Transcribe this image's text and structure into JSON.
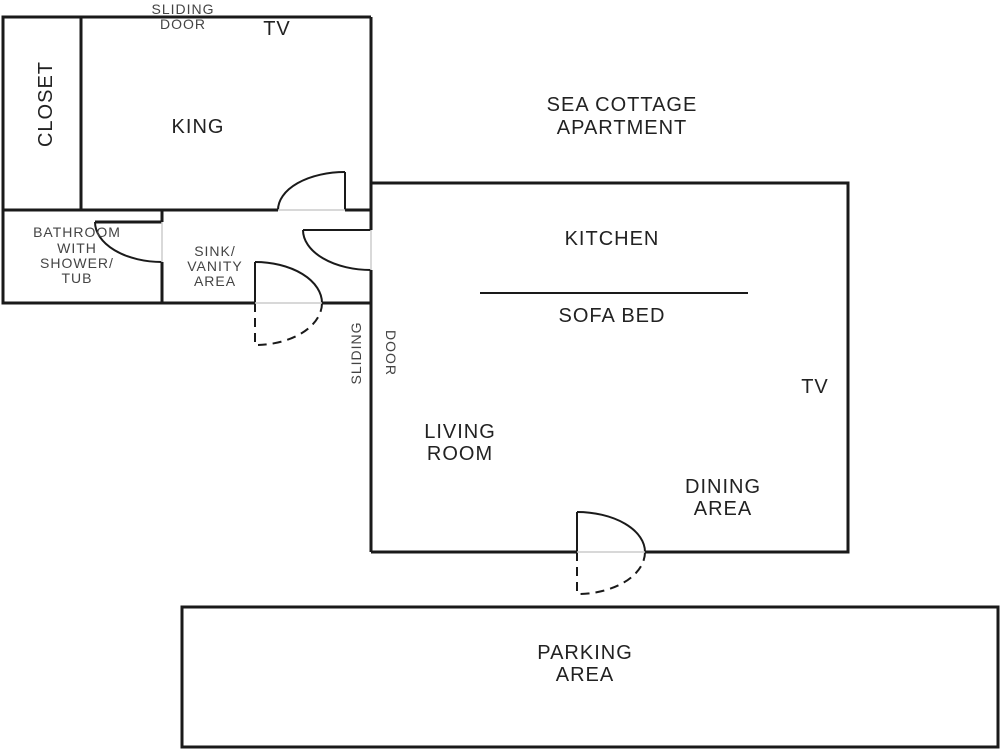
{
  "title": [
    "SEA COTTAGE",
    "APARTMENT"
  ],
  "rooms": {
    "closet": "CLOSET",
    "king": "KING",
    "bathroom": [
      "BATHROOM",
      "WITH",
      "SHOWER/",
      "TUB"
    ],
    "sink": [
      "SINK/",
      "VANITY",
      "AREA"
    ],
    "kitchen": "KITCHEN",
    "sofa_bed": "SOFA BED",
    "living_room": [
      "LIVING",
      "ROOM"
    ],
    "dining_area": [
      "DINING",
      "AREA"
    ],
    "parking": [
      "PARKING",
      "AREA"
    ]
  },
  "labels": {
    "sliding_door_top": [
      "SLIDING",
      "DOOR"
    ],
    "sliding_door_side": [
      "SLIDING",
      "DOOR"
    ],
    "tv_bedroom": "TV",
    "tv_living": "TV"
  }
}
